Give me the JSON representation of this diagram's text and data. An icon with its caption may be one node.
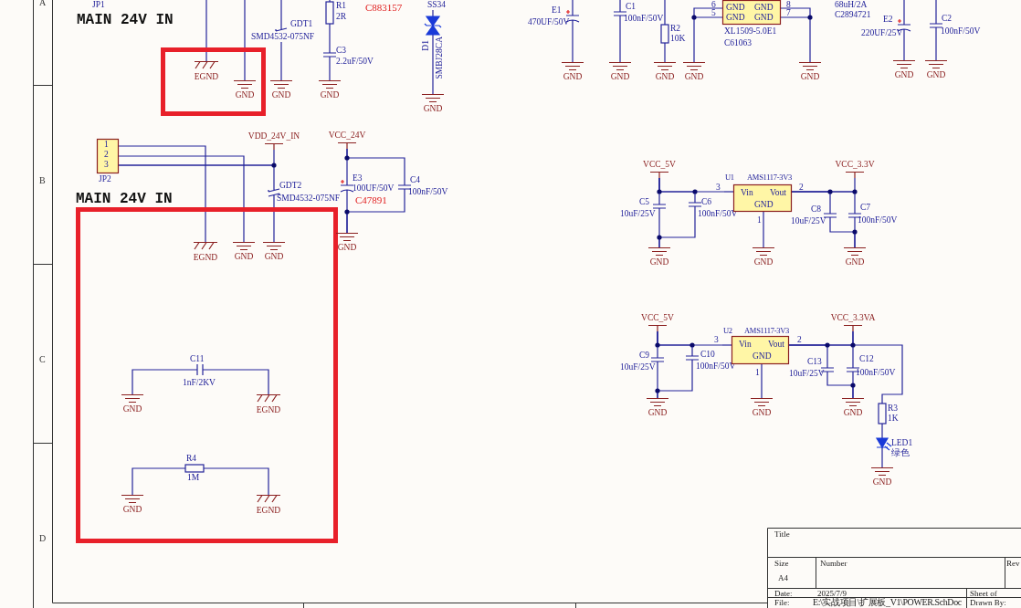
{
  "diagram": {
    "nodes": [
      {
        "text": [],
        "shape": "box"
      },
      {
        "text": [
          "EGND"
        ],
        "in": 0
      },
      {
        "text": [
          "GND"
        ],
        "in": 0
      },
      {
        "text": [
          "GDT1",
          "SMD4532-075NF"
        ]
      },
      {
        "text": [
          "GND"
        ]
      },
      {
        "text": [
          "R1",
          "2R"
        ]
      },
      {
        "text": [
          "C3",
          "2.2uF/50V"
        ]
      },
      {
        "text": [
          "GND"
        ]
      },
      {
        "text": [
          "D1",
          "SMBJ28CA"
        ]
      },
      {
        "text": [
          "GND"
        ]
      },
      {
        "text": [
          "E1",
          "470UF/50V"
        ]
      },
      {
        "text": [
          "GND"
        ]
      },
      {
        "text": [
          "C1",
          "100nF/50V"
        ]
      },
      {
        "text": [
          "GND"
        ]
      },
      {
        "text": [
          "R2",
          "10K"
        ]
      },
      {
        "text": [
          "GND"
        ]
      },
      {
        "text": [
          "GND",
          "GND",
          "GND",
          "GND",
          "XL1509-5.0E1",
          "C61063"
        ]
      },
      {
        "text": [
          "GND"
        ]
      },
      {
        "text": [
          "GND"
        ]
      },
      {
        "text": [
          "E2",
          "220UF/25V"
        ]
      },
      {
        "text": [
          "GND"
        ]
      },
      {
        "text": [
          "C2",
          "100nF/50V"
        ]
      },
      {
        "text": [
          "GND"
        ]
      },
      {
        "text": [
          "1",
          "2",
          "3"
        ],
        "beside": [
          "JP2"
        ]
      },
      {
        "text": [
          "VDD_24V_IN"
        ]
      },
      {
        "text": [
          "GDT2",
          "SMD4532-075NF"
        ]
      },
      {
        "text": [],
        "shape": "box"
      },
      {
        "text": [
          "EGND"
        ],
        "in": 26
      },
      {
        "text": [
          "GND"
        ],
        "in": 26
      },
      {
        "text": [
          "GND"
        ],
        "in": 26
      },
      {
        "text": [
          "C11",
          "1nF/2KV"
        ],
        "in": 26
      },
      {
        "text": [
          "GND"
        ],
        "in": 26
      },
      {
        "text": [
          "EGND"
        ],
        "in": 26
      },
      {
        "text": [
          "R4",
          "1M"
        ],
        "in": 26
      },
      {
        "text": [
          "GND"
        ],
        "in": 26
      },
      {
        "text": [
          "EGND"
        ],
        "in": 26
      },
      {
        "text": [
          "VCC_24V"
        ]
      },
      {
        "text": [
          "E3",
          "100UF/50V",
          "C47891"
        ]
      },
      {
        "text": [
          "C4",
          "100nF/50V"
        ]
      },
      {
        "text": [
          "GND"
        ]
      },
      {
        "text": [
          "VCC_5V"
        ]
      },
      {
        "text": [
          "C5",
          "10uF/25V"
        ]
      },
      {
        "text": [
          "C6",
          "100nF/50V"
        ]
      },
      {
        "text": [
          "GND"
        ]
      },
      {
        "text": [
          "U1",
          "AMS1117-3V3",
          "Vin",
          "Vout",
          "GND"
        ]
      },
      {
        "text": [
          "GND"
        ]
      },
      {
        "text": [
          "VCC_3.3V"
        ]
      },
      {
        "text": [
          "C8",
          "10uF/25V"
        ]
      },
      {
        "text": [
          "C7",
          "100nF/50V"
        ]
      },
      {
        "text": [
          "GND"
        ]
      },
      {
        "text": [
          "VCC_5V"
        ]
      },
      {
        "text": [
          "C9",
          "10uF/25V"
        ]
      },
      {
        "text": [
          "C10",
          "100nF/50V"
        ]
      },
      {
        "text": [
          "GND"
        ]
      },
      {
        "text": [
          "U2",
          "AMS1117-3V3",
          "Vin",
          "Vout",
          "GND"
        ]
      },
      {
        "text": [
          "GND"
        ]
      },
      {
        "text": [
          "VCC_3.3VA"
        ]
      },
      {
        "text": [
          "C13",
          "10uF/25V"
        ]
      },
      {
        "text": [
          "C12",
          "100nF/50V"
        ]
      },
      {
        "text": [
          "GND"
        ]
      },
      {
        "text": [
          "R3",
          "1K"
        ]
      },
      {
        "text": [
          "LED1",
          "绿色"
        ]
      },
      {
        "text": [
          "GND"
        ]
      },
      {
        "text": [
          "SS34"
        ]
      }
    ],
    "edges": [
      {
        "from": null,
        "to": 1,
        "arrow": "none"
      },
      {
        "from": null,
        "to": 2,
        "arrow": "none"
      },
      {
        "from": null,
        "to": 3,
        "arrow": "none"
      },
      {
        "from": 3,
        "to": 4,
        "arrow": "none"
      },
      {
        "from": 5,
        "to": 6,
        "arrow": "none"
      },
      {
        "from": 6,
        "to": 7,
        "arrow": "none"
      },
      {
        "from": 63,
        "to": 8,
        "arrow": "none"
      },
      {
        "from": 8,
        "to": 9,
        "arrow": "none"
      },
      {
        "from": null,
        "to": 10,
        "arrow": "none"
      },
      {
        "from": 10,
        "to": 11,
        "arrow": "none"
      },
      {
        "from": 12,
        "to": 13,
        "arrow": "none"
      },
      {
        "from": 14,
        "to": 15,
        "arrow": "none"
      },
      {
        "from": 16,
        "to": 17,
        "arrow": "none"
      },
      {
        "from": 16,
        "to": 18,
        "arrow": "none"
      },
      {
        "from": null,
        "to": 19,
        "arrow": "none"
      },
      {
        "from": 19,
        "to": 20,
        "arrow": "none"
      },
      {
        "from": null,
        "to": 21,
        "arrow": "none"
      },
      {
        "from": 21,
        "to": 22,
        "arrow": "none"
      },
      {
        "from": 23,
        "to": 27,
        "arrow": "none"
      },
      {
        "from": 23,
        "to": 28,
        "arrow": "none"
      },
      {
        "from": 23,
        "to": 24,
        "arrow": "none"
      },
      {
        "from": 23,
        "to": 25,
        "arrow": "none"
      },
      {
        "from": 25,
        "to": 29,
        "arrow": "none"
      },
      {
        "from": 31,
        "to": 30,
        "arrow": "none"
      },
      {
        "from": 30,
        "to": 32,
        "arrow": "none"
      },
      {
        "from": 34,
        "to": 33,
        "arrow": "none"
      },
      {
        "from": 33,
        "to": 35,
        "arrow": "none"
      },
      {
        "from": 36,
        "to": 37,
        "arrow": "none"
      },
      {
        "from": 36,
        "to": 38,
        "arrow": "none"
      },
      {
        "from": 37,
        "to": 39,
        "arrow": "none"
      },
      {
        "from": 38,
        "to": 39,
        "arrow": "none"
      },
      {
        "from": 40,
        "to": 41,
        "arrow": "none"
      },
      {
        "from": 40,
        "to": 42,
        "arrow": "none"
      },
      {
        "from": 40,
        "to": 44,
        "arrow": "none"
      },
      {
        "from": 41,
        "to": 43,
        "arrow": "none"
      },
      {
        "from": 42,
        "to": 43,
        "arrow": "none"
      },
      {
        "from": 44,
        "to": 45,
        "arrow": "none"
      },
      {
        "from": 44,
        "to": 46,
        "arrow": "none"
      },
      {
        "from": 44,
        "to": 47,
        "arrow": "none"
      },
      {
        "from": 44,
        "to": 48,
        "arrow": "none"
      },
      {
        "from": 47,
        "to": 49,
        "arrow": "none"
      },
      {
        "from": 48,
        "to": 49,
        "arrow": "none"
      },
      {
        "from": 50,
        "to": 51,
        "arrow": "none"
      },
      {
        "from": 50,
        "to": 52,
        "arrow": "none"
      },
      {
        "from": 50,
        "to": 54,
        "arrow": "none"
      },
      {
        "from": 51,
        "to": 53,
        "arrow": "none"
      },
      {
        "from": 52,
        "to": 53,
        "arrow": "none"
      },
      {
        "from": 54,
        "to": 55,
        "arrow": "none"
      },
      {
        "from": 54,
        "to": 56,
        "arrow": "none"
      },
      {
        "from": 54,
        "to": 57,
        "arrow": "none"
      },
      {
        "from": 54,
        "to": 58,
        "arrow": "none"
      },
      {
        "from": 57,
        "to": 59,
        "arrow": "none"
      },
      {
        "from": 58,
        "to": 59,
        "arrow": "none"
      },
      {
        "from": 56,
        "to": 60,
        "arrow": "none"
      },
      {
        "from": 60,
        "to": 61,
        "arrow": "none"
      },
      {
        "from": 61,
        "to": 62,
        "arrow": "none"
      }
    ],
    "labels": [
      "JP1",
      "MAIN 24V IN",
      "C883157",
      "6",
      "5",
      "8",
      "7",
      "68uH/2A",
      "C2894721",
      "MAIN 24V IN",
      "3",
      "2",
      "1",
      "3",
      "2",
      "1",
      "A",
      "B",
      "C",
      "D",
      "Title",
      "Size",
      "Number",
      "Rev",
      "A4",
      "Date:",
      "2025/7/9",
      "Sheet  of",
      "File:",
      "E:\\实战项目\\扩展板_V1\\POWER.SchDoc",
      "Drawn By:"
    ]
  }
}
